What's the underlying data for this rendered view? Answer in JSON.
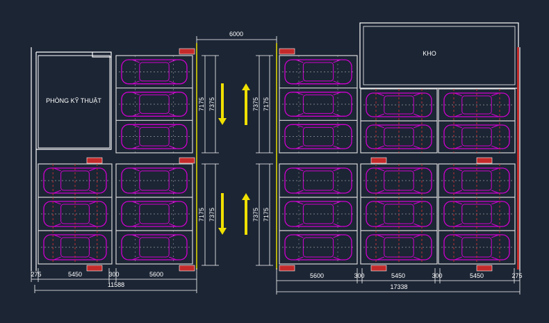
{
  "colors": {
    "background": "#1c2534",
    "wall": "#ffffff",
    "car": "#d000d0",
    "lift_frame": "#d8d8d8",
    "sensor": "#d03030",
    "aisle_line": "#e8e000",
    "arrow": "#f0e000",
    "dimension": "#ffffff",
    "panel": "#c42a2a"
  },
  "rooms": {
    "technical_room": "PHÒNG KỸ THUẬT",
    "storage": "KHO"
  },
  "aisle": {
    "width_label": "6000",
    "arrows": [
      {
        "id": "left-top",
        "direction": "down"
      },
      {
        "id": "right-top",
        "direction": "up"
      },
      {
        "id": "left-bottom",
        "direction": "down"
      },
      {
        "id": "right-bottom",
        "direction": "up"
      }
    ]
  },
  "vertical_dimensions": {
    "left_top": [
      "7175",
      "7375"
    ],
    "left_bottom": [
      "7175",
      "7375"
    ],
    "right_top": [
      "7375",
      "7175"
    ],
    "right_bottom": [
      "7375",
      "7175"
    ]
  },
  "left_block": {
    "segments": [
      "275",
      "5450",
      "300",
      "5600"
    ],
    "total": "11588"
  },
  "right_block": {
    "segments": [
      "5600",
      "300",
      "5450",
      "300",
      "5450",
      "275"
    ],
    "total": "17338"
  }
}
